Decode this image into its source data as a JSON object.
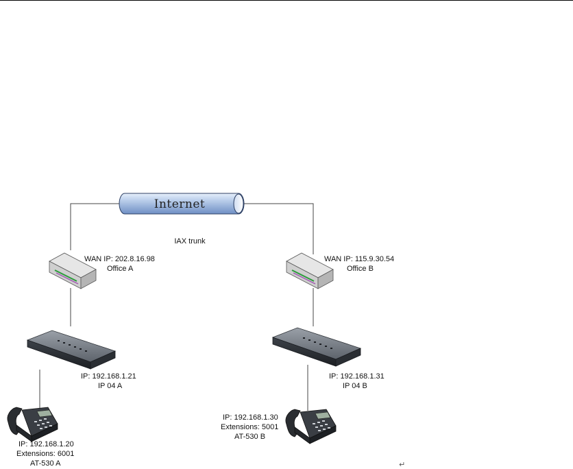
{
  "internet": {
    "label": "Internet"
  },
  "trunk": {
    "label": "IAX trunk"
  },
  "office_a": {
    "router_ip": "WAN IP: 202.8.16.98",
    "router_name": "Office A",
    "gateway_ip": "IP: 192.168.1.21",
    "gateway_name": "IP 04 A",
    "phone_ip": "IP: 192.168.1.20",
    "phone_ext": "Extensions: 6001",
    "phone_name": "AT-530 A"
  },
  "office_b": {
    "router_ip": "WAN IP: 115.9.30.54",
    "router_name": "Office B",
    "gateway_ip": "IP: 192.168.1.31",
    "gateway_name": "IP 04 B",
    "phone_ip": "IP: 192.168.1.30",
    "phone_ext": "Extensions: 5001",
    "phone_name": "AT-530 B"
  },
  "paragraph_mark": "↵"
}
